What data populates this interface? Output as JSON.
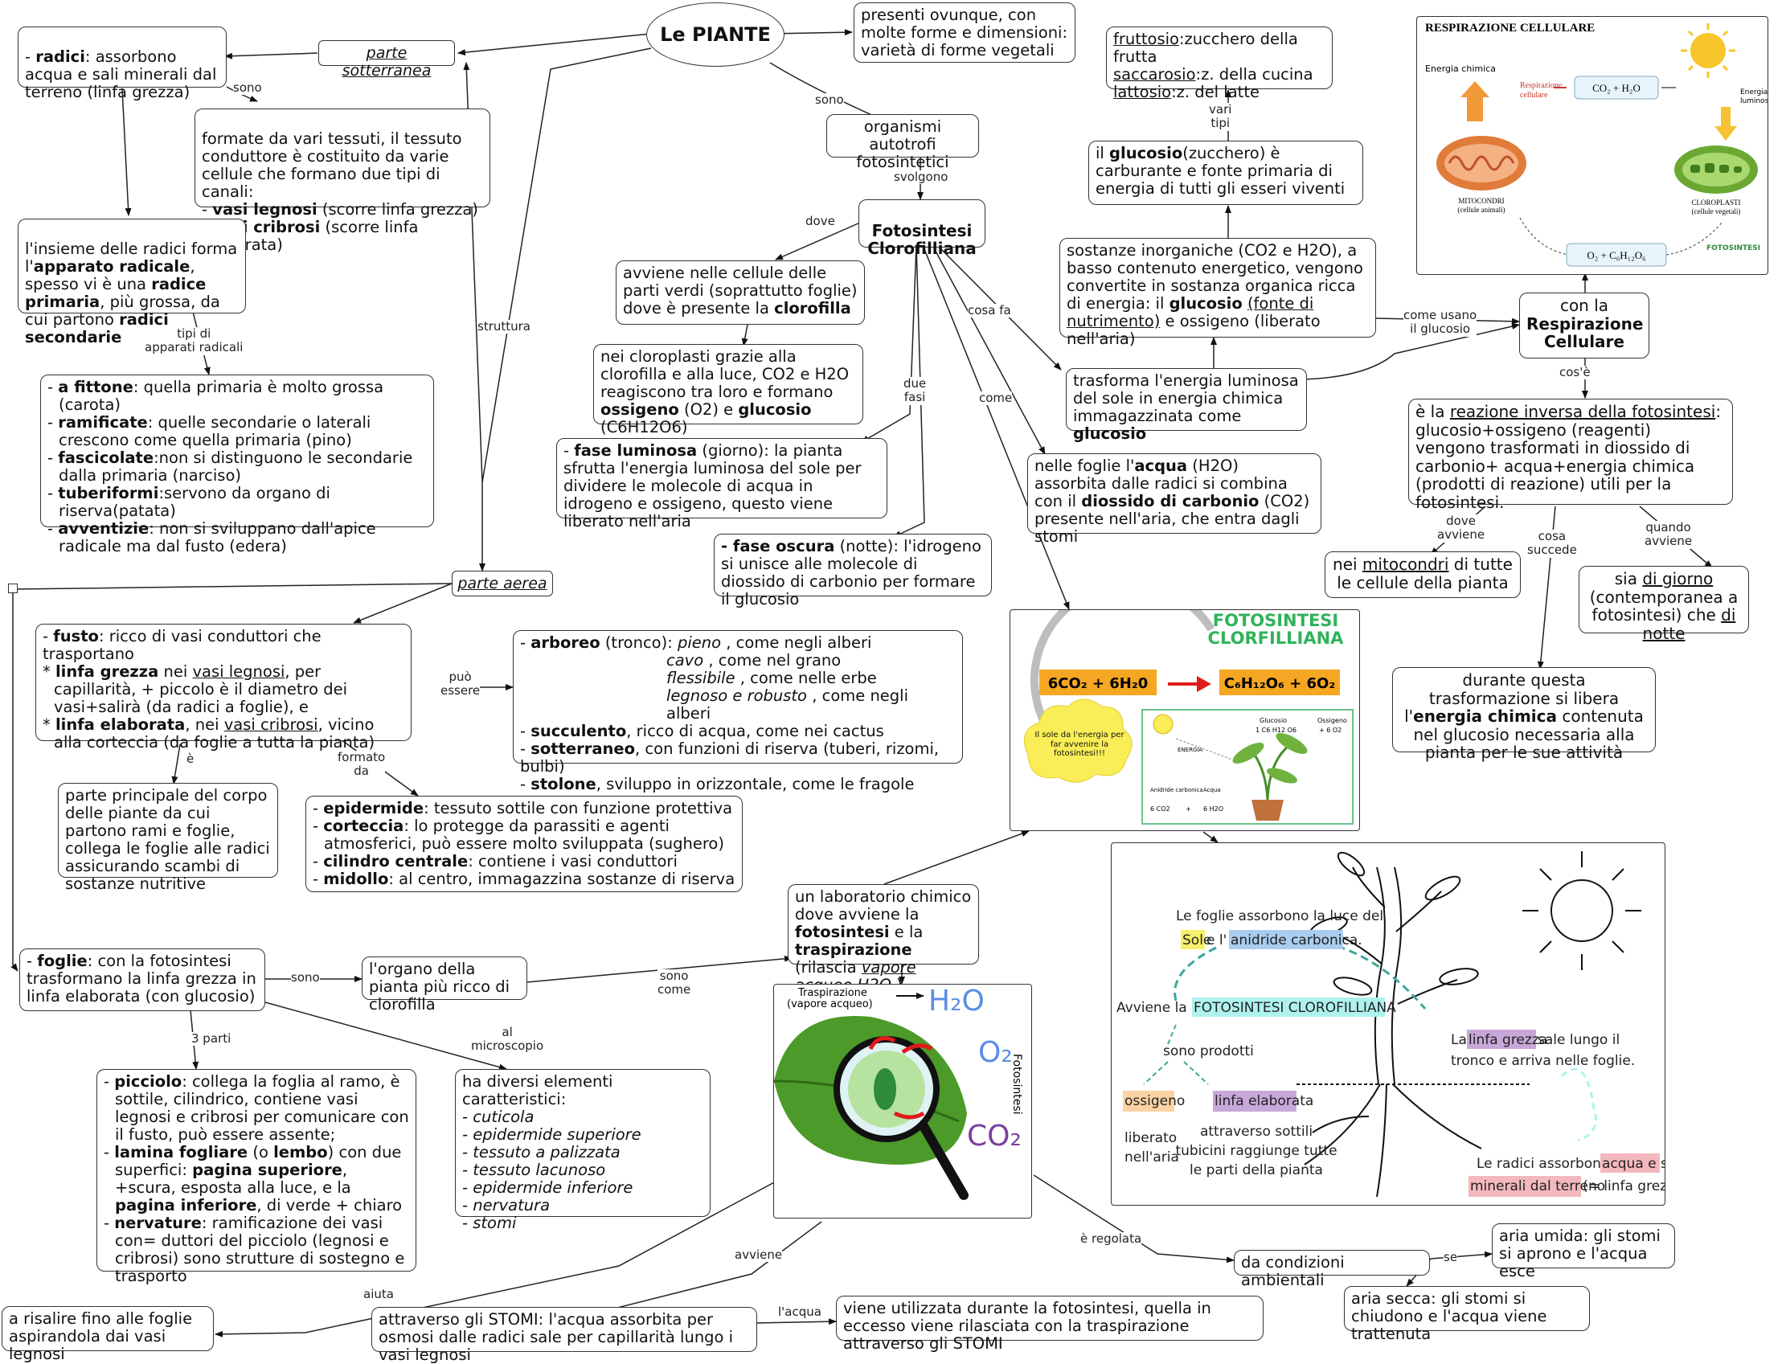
{
  "root": {
    "title": "Le PIANTE"
  },
  "links": {
    "sono": "sono",
    "sono2": "sono",
    "svolgono": "svolgono",
    "dove": "dove",
    "cosa_fa": "cosa fa",
    "come": "come",
    "due_fasi": "due\nfasi",
    "struttura": "struttura",
    "tipi_apparati": "tipi di\napparati radicali",
    "puo_essere": "può\nessere",
    "e": "è",
    "formato_da": "formato\nda",
    "sono_leaf": "sono",
    "sono_come": "sono\ncome",
    "al_microscopio": "al\nmicroscopio",
    "tre_parti": "3 parti",
    "vari_tipi": "vari\ntipi",
    "come_usano": "come  usano\nil glucosio",
    "cos_e": "cos'è",
    "dove_avviene": "dove\navviene",
    "cosa_succede": "cosa\nsuccede",
    "quando_avviene": "quando\navviene",
    "e_regolata": "è regolata",
    "se": "se",
    "avviene": "avviene",
    "aiuta": "aiuta",
    "l_acqua": "l'acqua"
  },
  "nodes": {
    "presenti": "presenti ovunque, con molte forme e dimensioni: varietà di forme vegetali",
    "organismi": "organismi autotrofi fotosintetici",
    "fotosintesi_title": "Fotosintesi Clorofilliana",
    "parte_sotterranea": "parte sotterranea",
    "parte_aerea": "parte aerea",
    "radici": {
      "lead": "- ",
      "bold": "radici",
      "rest": ": assorbono acqua e sali minerali dal terreno (linfa grezza)"
    },
    "tessuti": {
      "line1": "formate da vari tessuti, il tessuto conduttore è costituito da varie cellule che formano due tipi di canali:",
      "vl_bold": "vasi legnosi",
      "vl_rest": " (scorre linfa grezza)",
      "vc_bold": "vasi cribrosi",
      "vc_rest": " (scorre linfa elaborata)"
    },
    "apparato": {
      "p1": "l'insieme delle radici forma l'",
      "b1": "apparato radicale",
      "p2": ", spesso vi è una ",
      "b2": "radice primaria",
      "p3": ", più grossa, da cui partono ",
      "b3": "radici secondarie"
    },
    "tipi_radici": [
      {
        "b": "a fittone",
        "t": ": quella primaria è molto grossa (carota)"
      },
      {
        "b": "ramificate",
        "t": ": quelle secondarie o laterali crescono come quella primaria (pino)"
      },
      {
        "b": "fascicolate",
        "t": ":non si distinguono le secondarie dalla primaria (narciso)"
      },
      {
        "b": "tuberiformi",
        "t": ":servono da organo di riserva(patata)"
      },
      {
        "b": "avventizie",
        "t": ": non si sviluppano dall'apice radicale ma dal fusto (edera)"
      }
    ],
    "fusto": {
      "b1": "fusto",
      "t1": ": ricco di vasi conduttori che trasportano",
      "b2": "linfa grezza",
      "t2": " nei ",
      "u2": "vasi legnosi",
      "t2b": ", per capillarità, + piccolo è il diametro dei vasi+salirà (da radici a foglie), e",
      "b3": "linfa elaborata",
      "t3": ", nei ",
      "u3": "vasi cribrosi",
      "t3b": ", vicino alla corteccia (da foglie a tutta la pianta)"
    },
    "fusto_tipi": {
      "arboreo_b": "arboreo",
      "arboreo_t": " (tronco): ",
      "pieno": "pieno",
      "pieno_t": " , come negli alberi",
      "cavo": "cavo",
      "cavo_t": " , come nel grano",
      "flessibile": "flessibile",
      "flessibile_t": " , come nelle erbe",
      "legnoso": "legnoso e robusto",
      "legnoso_t": " , come negli alberi",
      "succ_b": "succulento",
      "succ_t": ", ricco di acqua, come nei cactus",
      "sott_b": "sotterraneo",
      "sott_t": ", con funzioni di riserva (tuberi, rizomi, bulbi)",
      "stol_b": "stolone",
      "stol_t": ", sviluppo in orizzontale, come le fragole"
    },
    "parte_principale": "parte principale del corpo delle piante da cui partono rami e foglie, collega le foglie alle radici assicurando scambi di sostanze nutritive",
    "tessuti_fusto": [
      {
        "b": "epidermide",
        "t": ": tessuto sottile con funzione protettiva"
      },
      {
        "b": "corteccia",
        "t": ": lo protegge da parassiti e agenti atmosferici, può essere molto sviluppata (sughero)"
      },
      {
        "b": "cilindro centrale",
        "t": ": contiene i vasi conduttori"
      },
      {
        "b": "midollo",
        "t": ": al centro, immagazzina sostanze di riserva"
      }
    ],
    "foglie": {
      "b": "foglie",
      "t": ": con la fotosintesi trasformano la linfa grezza in linfa elaborata (con glucosio)"
    },
    "organo": "l'organo della pianta più ricco di clorofilla",
    "laboratorio": {
      "p1": "un laboratorio chimico dove avviene la ",
      "b1": "fotosintesi",
      "p2": " e la ",
      "b2": "traspirazione",
      "p3": " (rilascia ",
      "i1": "vapore acqueo H2O",
      "p4": " )"
    },
    "parti_foglia": [
      {
        "b": "picciolo",
        "t": ": collega la foglia al ramo, è sottile, cilindrico, contiene vasi legnosi e cribrosi per comunicare con il fusto, può essere  assente;"
      },
      {
        "b": "lamina fogliare",
        "t": " (o ",
        "b2": "lembo",
        "t2": ") con due superfici: ",
        "b3": "pagina superiore",
        "t3": ", +scura, esposta alla luce, e la ",
        "b4": "pagina inferiore",
        "t4": ", di verde + chiaro"
      },
      {
        "b": "nervature",
        "t": ": ramificazione dei vasi con= duttori del picciolo (legnosi e cribrosi) sono strutture di sostegno e trasporto"
      }
    ],
    "microscopio": {
      "head": "ha diversi elementi caratteristici:",
      "items": [
        "- cuticola",
        "- epidermide superiore",
        "- tessuto a palizzata",
        "- tessuto lacunoso",
        "- epidermide inferiore",
        "- nervatura",
        "- stomi"
      ]
    },
    "avviene_cellule": {
      "p1": "avviene nelle cellule delle parti verdi (soprattutto foglie) dove è presente la ",
      "b1": "clorofilla"
    },
    "cloroplasti": {
      "p1": "nei cloroplasti grazie alla clorofilla e alla luce, CO2 e H2O reagiscono tra loro e formano ",
      "b1": "ossigeno",
      "p2": " (O2) e ",
      "b2": "glucosio",
      "p3": " (C6H12O6)"
    },
    "fase_luminosa": {
      "b": "fase luminosa",
      "t": " (giorno): la pianta sfrutta l'energia luminosa del sole per dividere le molecole di acqua in idrogeno e ossigeno, questo viene liberato nell'aria"
    },
    "fase_oscura": {
      "b": "fase oscura",
      "t": " (notte): l'idrogeno si unisce alle molecole di diossido di carbonio per formare il glucosio"
    },
    "zuccheri": [
      {
        "u": "fruttosio",
        "t": ":zucchero della frutta"
      },
      {
        "u": "saccarosio",
        "t": ":z. della cucina"
      },
      {
        "u": "lattosio",
        "t": ":z. del latte"
      }
    ],
    "glucosio_carb": {
      "p1": "il ",
      "b1": "glucosio",
      "p2": "(zucchero) è carburante e fonte primaria di energia di tutti gli esseri viventi"
    },
    "sostanze": {
      "p1": "sostanze inorganiche (CO2 e H2O), a basso contenuto energetico, vengono convertite in sostanza organica ricca di energia: il ",
      "b1": "glucosio",
      "p2": " ",
      "u1": "(fonte di nutrimento)",
      "p3": " e ossigeno (liberato nell'aria)"
    },
    "trasforma": {
      "p1": "trasforma l'energia luminosa del sole in energia chimica immagazzinata come ",
      "b1": "glucosio"
    },
    "foglie_acqua": {
      "p1": "nelle foglie l'",
      "b1": "acqua",
      "p2": " (H2O) assorbita dalle radici si combina con il ",
      "b2": "diossido di carbonio",
      "p3": " (CO2) presente nell'aria, che entra dagli stomi"
    },
    "respirazione": {
      "p1": "con la",
      "b1": "Respirazione Cellulare"
    },
    "reazione_inversa": {
      "u1": "reazione inversa della fotosintesi",
      "p0": "è la ",
      "p1": ": glucosio+ossigeno (reagenti) vengono trasformati in diossido di carbonio+ acqua+energia chimica (prodotti di reazione) utili per la fotosintesi."
    },
    "mitocondri": {
      "p1": "nei ",
      "u1": "mitocondri",
      "p2": " di tutte le cellule della pianta"
    },
    "giorno_notte": {
      "p1": "sia ",
      "u1": "di giorno",
      "p2": " (contemporanea a fotosintesi) che ",
      "u2": "di notte"
    },
    "energia_chimica": {
      "p1": "durante questa trasformazione si libera l'",
      "b1": "energia chimica",
      "p2": " contenuta nel glucosio necessaria alla pianta per le sue attività"
    },
    "condizioni": "da condizioni ambientali",
    "umida": "aria umida: gli stomi si aprono e l'acqua esce",
    "secca": "aria secca: gli stomi si chiudono e l'acqua viene trattenuta",
    "stomi": "attraverso gli STOMI: l'acqua assorbita per osmosi dalle radici sale per capillarità lungo i vasi legnosi",
    "risalire": "a risalire fino alle foglie aspirandola dai vasi legnosi",
    "utilizzata": "viene utilizzata durante la fotosintesi, quella in eccesso viene rilasciata con la traspirazione attraverso gli STOMI"
  },
  "images": {
    "respirazione": {
      "title": "RESPIRAZIONE CELLULARE",
      "energia_chimica": "Energia chimica",
      "resp_label": "Respirazione\ncellulare",
      "co2_h2o": "CO₂ + H₂O",
      "energia_luminosa": "Energia\nluminosa",
      "mitocondri": "MITOCONDRI\n(cellule animali)",
      "cloroplasti": "CLOROPLASTI\n(cellule vegetali)",
      "o2_glucose": "O₂ + C₆H₁₂O₆",
      "fotosintesi": "FOTOSINTESI"
    },
    "fotosintesi": {
      "title1": "FOTOSINTESI",
      "title2": "CLORFILLIANA",
      "reagenti": "6CO₂ + 6H₂0",
      "prodotti": "C₆H₁₂O₆ + 6O₂",
      "cloud": "Il sole da l'energia per far avvenire la fotosintesi!!!",
      "glucosio": "Glucosio",
      "glucosio_f": "1 C6 H12 O6",
      "ossigeno": "Ossigeno",
      "ossigeno_f": "+ 6 O2",
      "energia": "ENERGIA",
      "anidride": "Anidride carbonica",
      "acqua": "Acqua",
      "co2_f": "6 CO2",
      "plus": "+",
      "h2o_f": "6 H2O"
    },
    "traspirazione": {
      "label": "Traspirazione\n(vapore acqueo)",
      "h2o": "H₂O",
      "o2": "O₂",
      "co2": "CO₂",
      "fotosintesi": "Fotosintesi"
    },
    "pianta": {
      "foglie": "Le foglie assorbono la luce del",
      "sole": "Sole",
      "e": " e l'",
      "anidride": "anidride carbonica.",
      "avviene": "Avviene la ",
      "fotosintesi": "FOTOSINTESI CLOROFILLIANA",
      "sono_prodotti": "sono prodotti",
      "ossigeno": "ossigeno",
      "linfa_elab": "linfa elaborata",
      "liberato": "liberato\nnell'aria",
      "attraverso": "attraverso sottili\ntubicini raggiunge tutte\nle parti della pianta",
      "la": "La ",
      "linfa_grezza": "linfa grezza",
      "sale": " sale lungo il\ntronco e arriva nelle foglie.",
      "radici": "Le radici assorbono ",
      "acqua_sali": "acqua e sali",
      "minerali": "minerali dal terreno",
      "linfa_grezza2": " (= linfa grezza)"
    }
  },
  "colors": {
    "orange_box": "#f5a623",
    "red_arrow": "#e01b1b",
    "green_title": "#2fb35a",
    "highlight_yellow": "#f6f06a",
    "highlight_blue": "#a9cdee",
    "highlight_cyan": "#aef2ee",
    "highlight_orange": "#fbd3a3",
    "highlight_purple": "#c8a8d8",
    "highlight_pink": "#f3b8bd"
  }
}
